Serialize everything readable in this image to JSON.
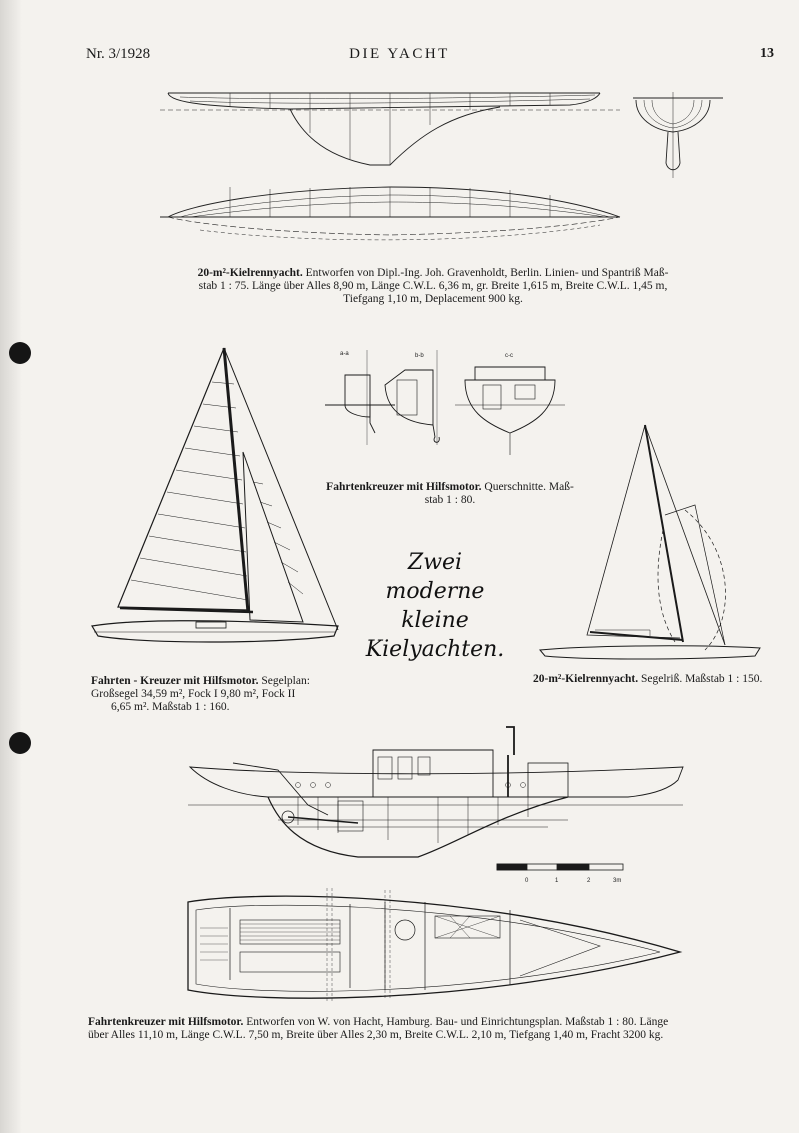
{
  "header": {
    "issue": "Nr. 3/1928",
    "journal": "DIE YACHT",
    "page_number": "13"
  },
  "captions": {
    "kielrennyacht_lines": {
      "title": "20-m²-Kielrennyacht.",
      "line1": "Entworfen von Dipl.-Ing. Joh. Gravenholdt, Berlin. Linien- und Spantriß Maß-",
      "line2": "stab 1 : 75. Länge über Alles 8,90 m, Länge C.W.L. 6,36 m, gr. Breite 1,615 m, Breite C.W.L. 1,45 m,",
      "line3": "Tiefgang 1,10 m, Deplacement 900 kg."
    },
    "querschnitte": {
      "title": "Fahrtenkreuzer mit Hilfsmotor.",
      "line1": "Querschnitte. Maß-",
      "line2": "stab 1 : 80."
    },
    "segelplan": {
      "title": "Fahrten - Kreuzer mit Hilfsmotor.",
      "line1": "Segelplan:",
      "line2": "Großsegel 34,59 m², Fock I 9,80 m², Fock II",
      "line3": "6,65 m². Maßstab 1 : 160."
    },
    "segelriss": {
      "title": "20-m²-Kielrennyacht.",
      "line1": "Segelriß. Maßstab 1 : 150."
    },
    "einrichtung": {
      "title": "Fahrtenkreuzer mit Hilfsmotor.",
      "line1": "Entworfen von W. von Hacht, Hamburg. Bau- und Einrichtungsplan. Maßstab 1 : 80. Länge",
      "line2": "über Alles 11,10 m, Länge C.W.L. 7,50 m, Breite über Alles 2,30 m, Breite C.W.L. 2,10 m, Tiefgang 1,40 m, Fracht 3200 kg."
    }
  },
  "headline": {
    "line1": "Zwei moderne",
    "line2": "kleine",
    "line3": "Kielyachten."
  },
  "section_labels": {
    "aa": "a-a",
    "bb": "b-b",
    "cc": "c-c"
  },
  "scale_bar": {
    "t0": "0",
    "t1": "1",
    "t2": "2",
    "t3": "3m"
  }
}
